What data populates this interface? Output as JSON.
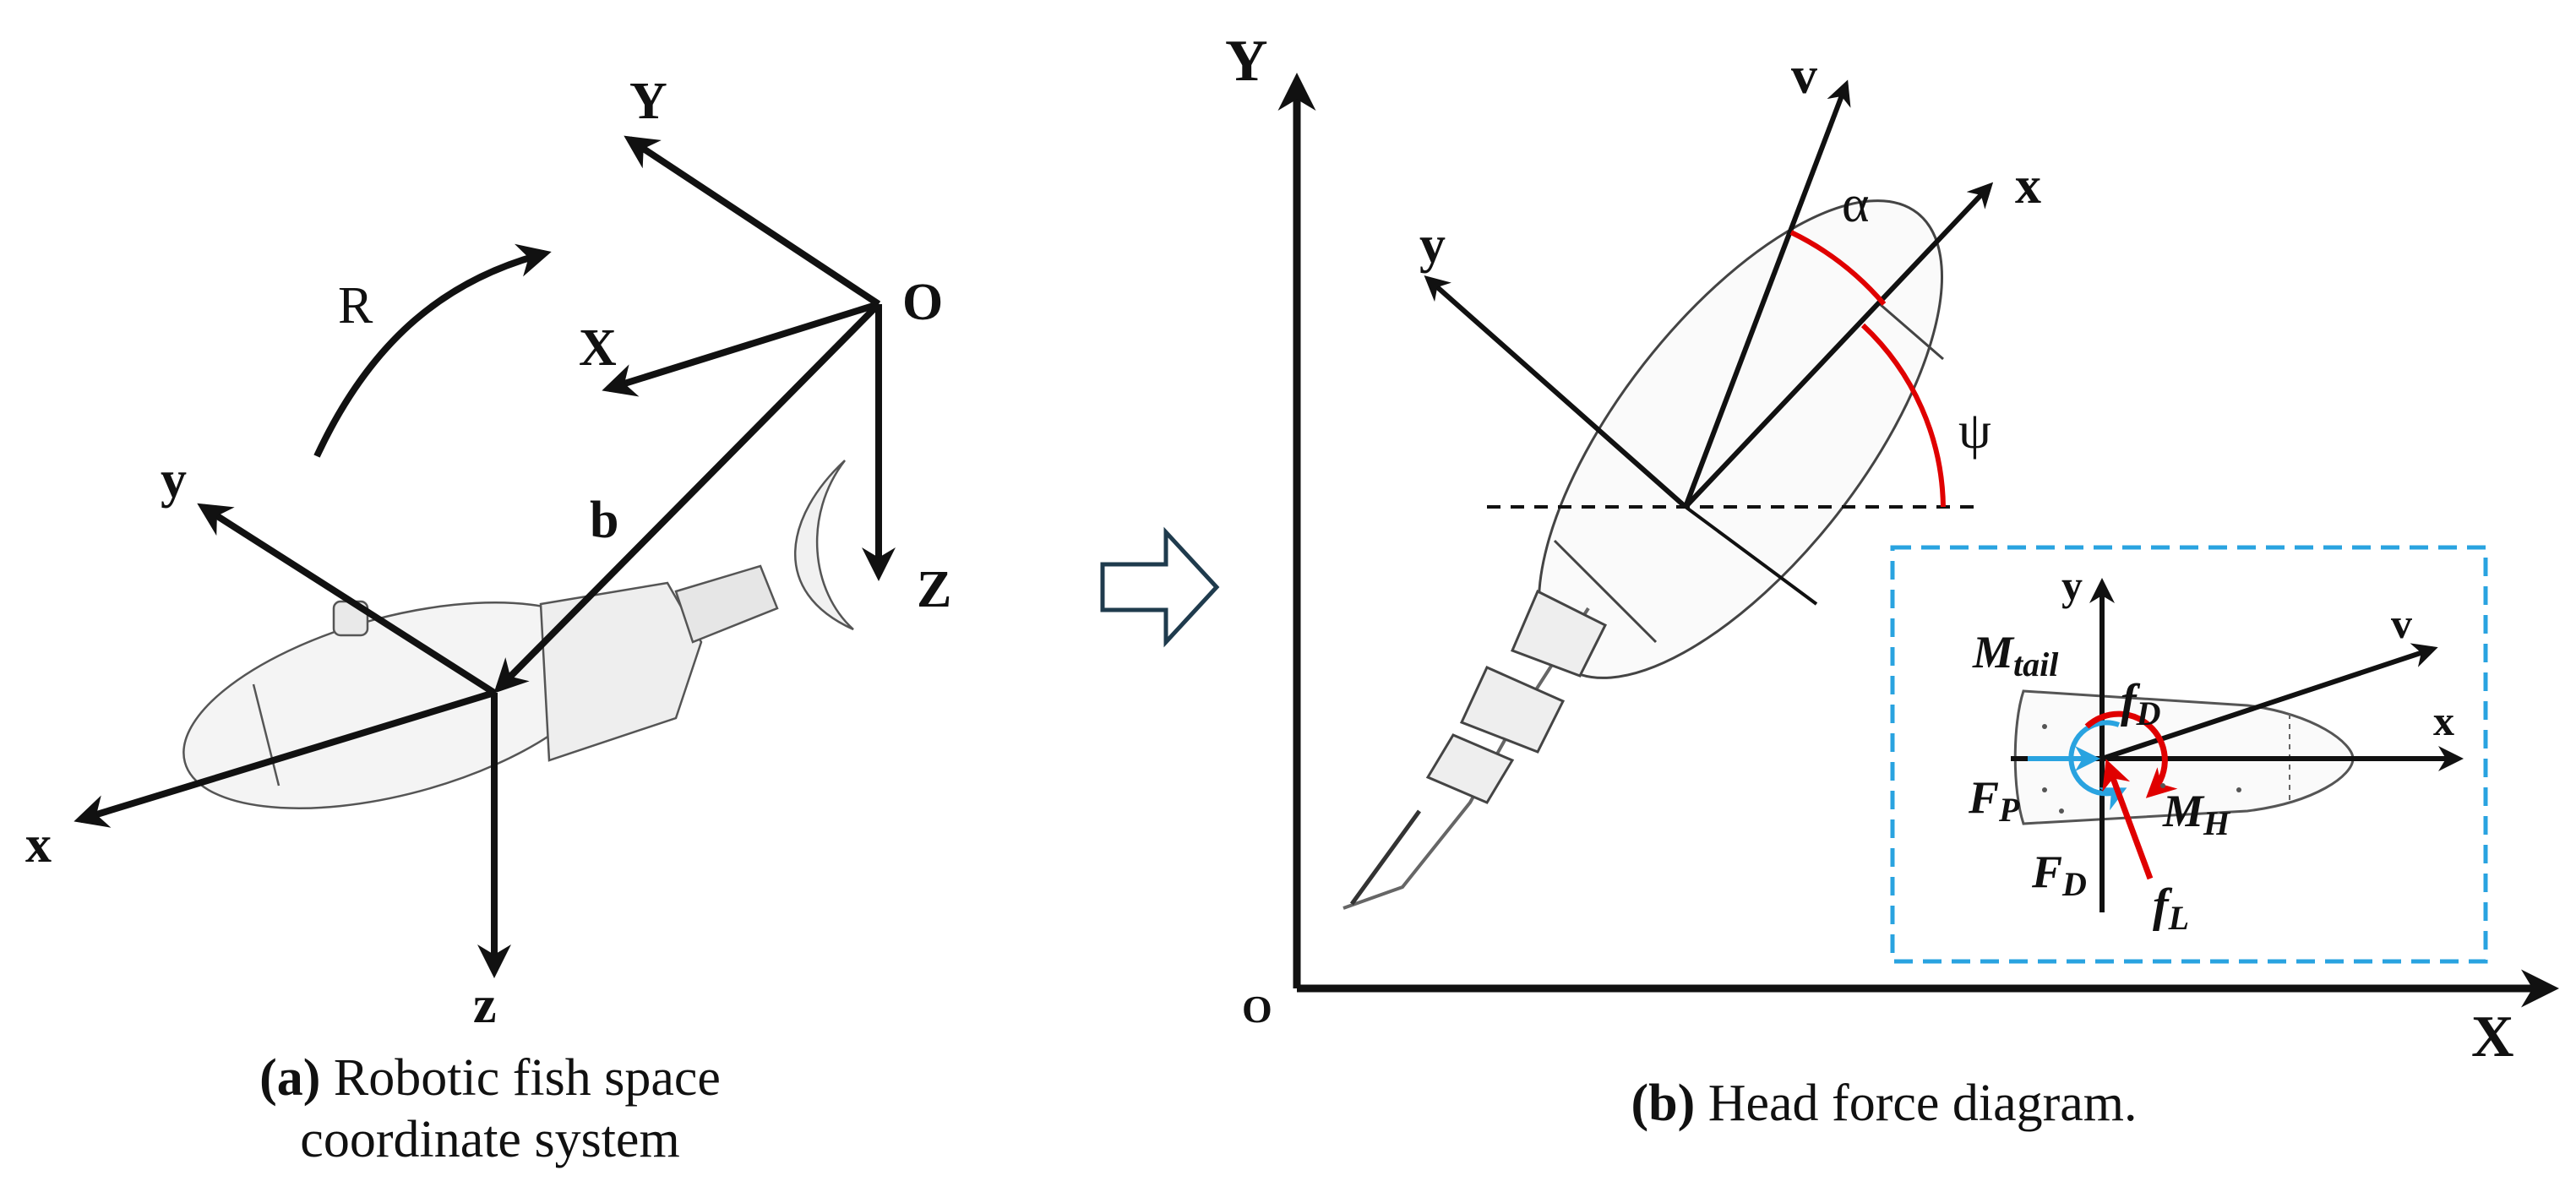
{
  "panel_a": {
    "labels": {
      "Y": "Y",
      "X": "X",
      "Z": "Z",
      "O": "O",
      "R": "R",
      "b": "b",
      "x": "x",
      "y": "y",
      "z": "z"
    },
    "caption": {
      "tag": "(a)",
      "text_line1": " Robotic fish space",
      "text_line2": "coordinate system"
    }
  },
  "panel_b": {
    "labels": {
      "Y": "Y",
      "X": "X",
      "O": "O",
      "v": "v",
      "x": "x",
      "y": "y",
      "alpha": "α",
      "psi": "ψ"
    },
    "inset_labels": {
      "y": "y",
      "v": "v",
      "x": "x",
      "M_tail_base": "M",
      "M_tail_sub": "tail",
      "f_D_base": "f",
      "f_D_sub": "D",
      "F_P_base": "F",
      "F_P_sub": "P",
      "M_H_base": "M",
      "M_H_sub": "H",
      "F_D_base": "F",
      "F_D_sub": "D",
      "f_L_base": "f",
      "f_L_sub": "L"
    },
    "caption": {
      "tag": "(b)",
      "text": " Head force diagram."
    }
  },
  "colors": {
    "ink": "#111111",
    "angle_red": "#e00000",
    "inset_border": "#29a3e0",
    "propulsion_blue": "#29a3e0",
    "transition_arrow": "#1f3b4d"
  }
}
